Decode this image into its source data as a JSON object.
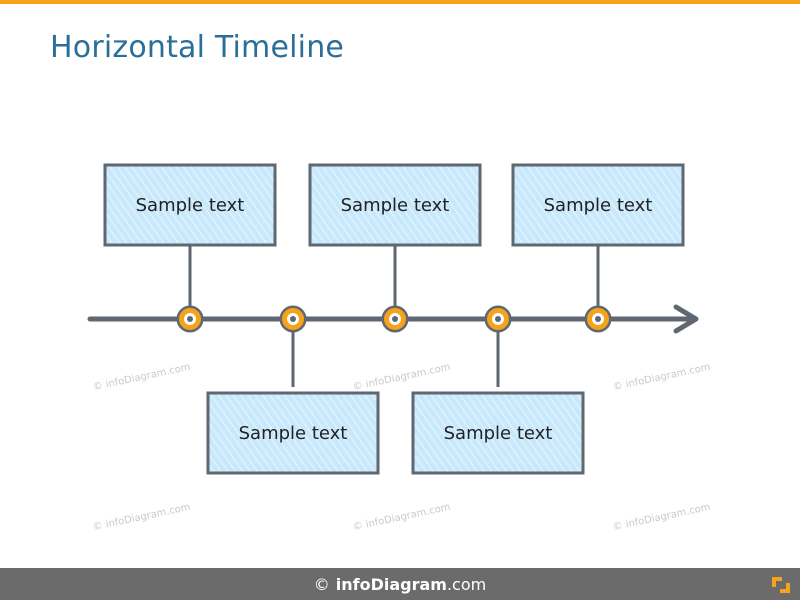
{
  "title": "Horizontal Timeline",
  "events": [
    {
      "label": "Sample text",
      "side": "top"
    },
    {
      "label": "Sample text",
      "side": "bottom"
    },
    {
      "label": "Sample text",
      "side": "top"
    },
    {
      "label": "Sample text",
      "side": "bottom"
    },
    {
      "label": "Sample text",
      "side": "top"
    }
  ],
  "watermark": "© infoDiagram.com",
  "footer": {
    "copyright": "©",
    "brand": "infoDiagram",
    "domain": ".com"
  },
  "colors": {
    "accent": "#f5a31a",
    "title": "#2a6f97",
    "box_fill": "#bfe3fa",
    "box_border": "#5f6770",
    "line": "#5f6770",
    "marker": "#f5a31a",
    "footer_bg": "#6b6b6b"
  }
}
